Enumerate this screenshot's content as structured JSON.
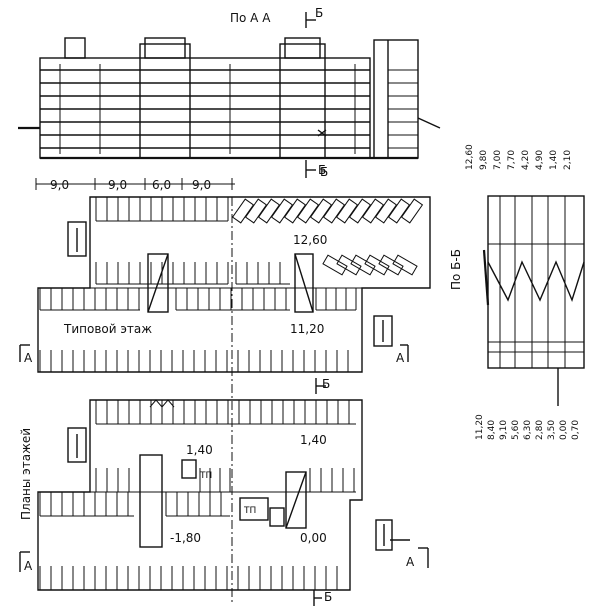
{
  "elevation": {
    "title": "По А А",
    "section_mark": "Б"
  },
  "dimensions": [
    "9,0",
    "9,0",
    "6,0",
    "9,0"
  ],
  "upper_plan": {
    "name": "Типовой этаж",
    "levels": [
      "12,60",
      "11,20"
    ],
    "axis_left": "А",
    "axis_right": "А",
    "section_mark_top": "Б",
    "section_mark_bottom": "Б"
  },
  "lower_plan": {
    "levels": [
      "1,40",
      "1,40",
      "-1,80",
      "0,00"
    ],
    "rooms": [
      "ТП",
      "ТП"
    ],
    "axis_left": "А",
    "axis_right": "А",
    "section_mark_bottom": "Б"
  },
  "side_caption": "Планы этажей",
  "section": {
    "title": "По Б-Б",
    "levels_top": [
      "12,60",
      "9,80",
      "7,00",
      "7,70",
      "4,20",
      "4,90",
      "1,40",
      "2,10"
    ],
    "levels_bottom": [
      "11,20",
      "8,40",
      "9,10",
      "5,60",
      "6,30",
      "2,80",
      "3,50",
      "0,00",
      "0,70"
    ]
  }
}
